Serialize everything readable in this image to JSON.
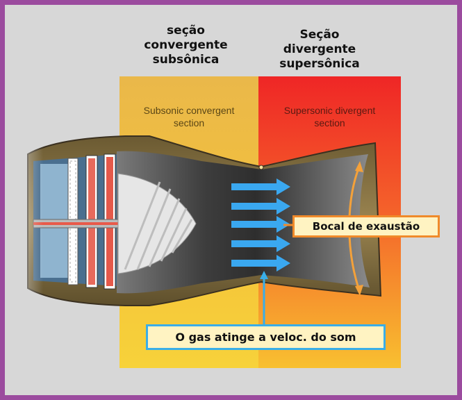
{
  "labels": {
    "pt_convergent": [
      "seção",
      "convergente",
      "subsônica"
    ],
    "pt_divergent": [
      "Seção",
      "divergente",
      "supersônica"
    ],
    "en_convergent": [
      "Subsonic convergent",
      "section"
    ],
    "en_divergent": [
      "Supersonic divergent",
      "section"
    ],
    "nozzle_callout": "Bocal de exaustão",
    "gas_callout": "O gas atinge a veloc. do som"
  },
  "colors": {
    "frame_border": "#9b4b9e",
    "background": "#d7d7d7",
    "convergent_zone": "#f2c13a",
    "divergent_zone": "#f03a22",
    "flow_arrow": "#3aa8f0",
    "nozzle_callout_border": "#f08a2a",
    "gas_callout_border": "#39aee8"
  },
  "icons": {
    "flow": "right-arrow-icon",
    "expansion": "double-headed-arc-arrow-icon"
  }
}
